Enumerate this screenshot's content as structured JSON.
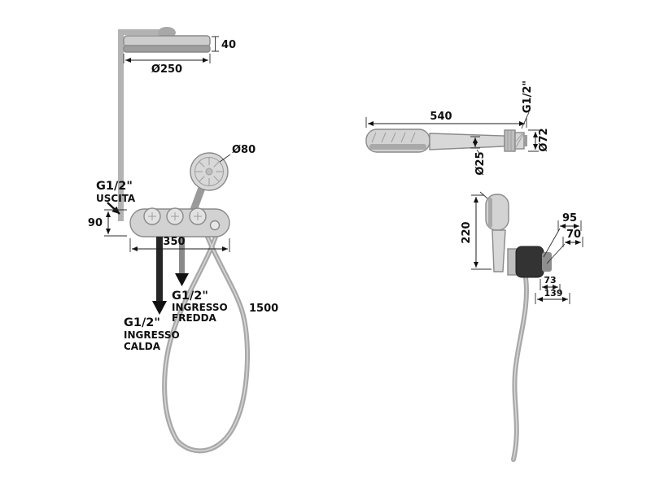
{
  "drawing": {
    "type": "shower-system-installation-diagram",
    "colors": {
      "line": "#1c1c1c",
      "fixture_outline": "#8a8a8a",
      "fixture_fill": "#d2d2d2",
      "dark_fill": "#262626",
      "hose": "#a8a8a8"
    },
    "front": {
      "head_thickness": "40",
      "head_diameter": "Ø250",
      "outlet_thread": "G1/2\"",
      "outlet_name": "USCITA",
      "body_height": "90",
      "body_width": "350",
      "handshower_diameter": "Ø80",
      "hose_length": "1500",
      "cold_inlet": {
        "thread": "G1/2\"",
        "line1": "INGRESSO",
        "line2": "FREDDA"
      },
      "hot_inlet": {
        "thread": "G1/2\"",
        "line1": "INGRESSO",
        "line2": "CALDA"
      }
    },
    "side": {
      "handshower_length": "540",
      "connection_thread": "G1/2\"",
      "connector_diameter": "Ø72",
      "handle_diameter": "Ø25",
      "holder_height": "220",
      "dim_95": "95",
      "dim_70": "70",
      "dim_73": "73",
      "dim_139": "139"
    }
  }
}
